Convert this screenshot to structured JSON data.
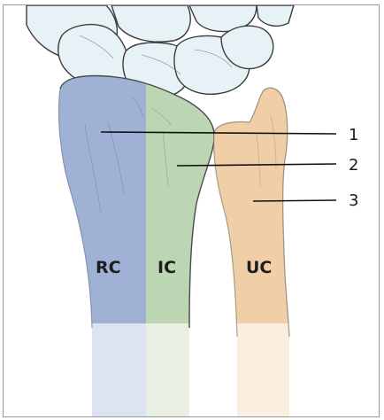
{
  "figure": {
    "columns": [
      {
        "id": "rc",
        "label": "RC",
        "color": "#9fb2d6"
      },
      {
        "id": "ic",
        "label": "IC",
        "color": "#bcd5b3"
      },
      {
        "id": "uc",
        "label": "UC",
        "color": "#f0cfa6"
      }
    ],
    "callouts": [
      {
        "label": "1"
      },
      {
        "label": "2"
      },
      {
        "label": "3"
      }
    ],
    "colors": {
      "carpal_fill": "#e6f2f6",
      "carpal_stroke": "#3c3c3c",
      "bone_outline": "#4a4a4a",
      "leader_line": "#111111"
    }
  }
}
